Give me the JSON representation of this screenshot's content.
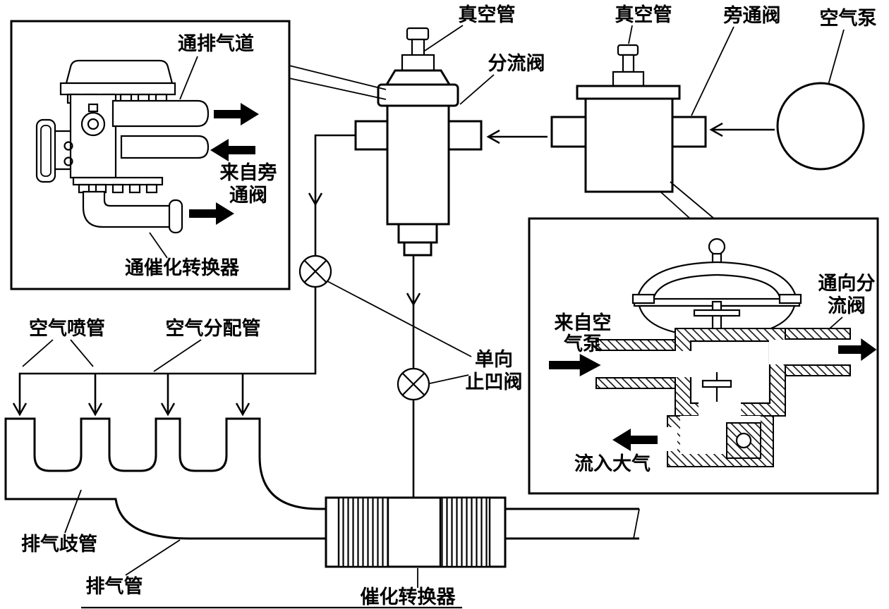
{
  "labels": {
    "vacuum_tube_left": "真空管",
    "diverter_valve": "分流阀",
    "vacuum_tube_right": "真空管",
    "bypass_valve": "旁通阀",
    "air_pump": "空气泵",
    "to_exhaust_passage": "通排气道",
    "from_bypass_line1": "来自旁",
    "from_bypass_line2": "通阀",
    "to_catalytic_converter": "通催化转换器",
    "air_injection_nozzles": "空气喷管",
    "air_distribution_pipe": "空气分配管",
    "check_valve_line1": "单向",
    "check_valve_line2": "止凹阀",
    "exhaust_manifold": "排气歧管",
    "exhaust_pipe": "排气管",
    "catalytic_converter": "催化转换器",
    "from_air_pump_line1": "来自空",
    "from_air_pump_line2": "气泵",
    "to_diverter_line1": "通向分",
    "to_diverter_line2": "流阀",
    "to_atmosphere": "流入大气"
  },
  "colors": {
    "line": "#000000",
    "background": "#ffffff",
    "arrow_fill": "#000000"
  }
}
